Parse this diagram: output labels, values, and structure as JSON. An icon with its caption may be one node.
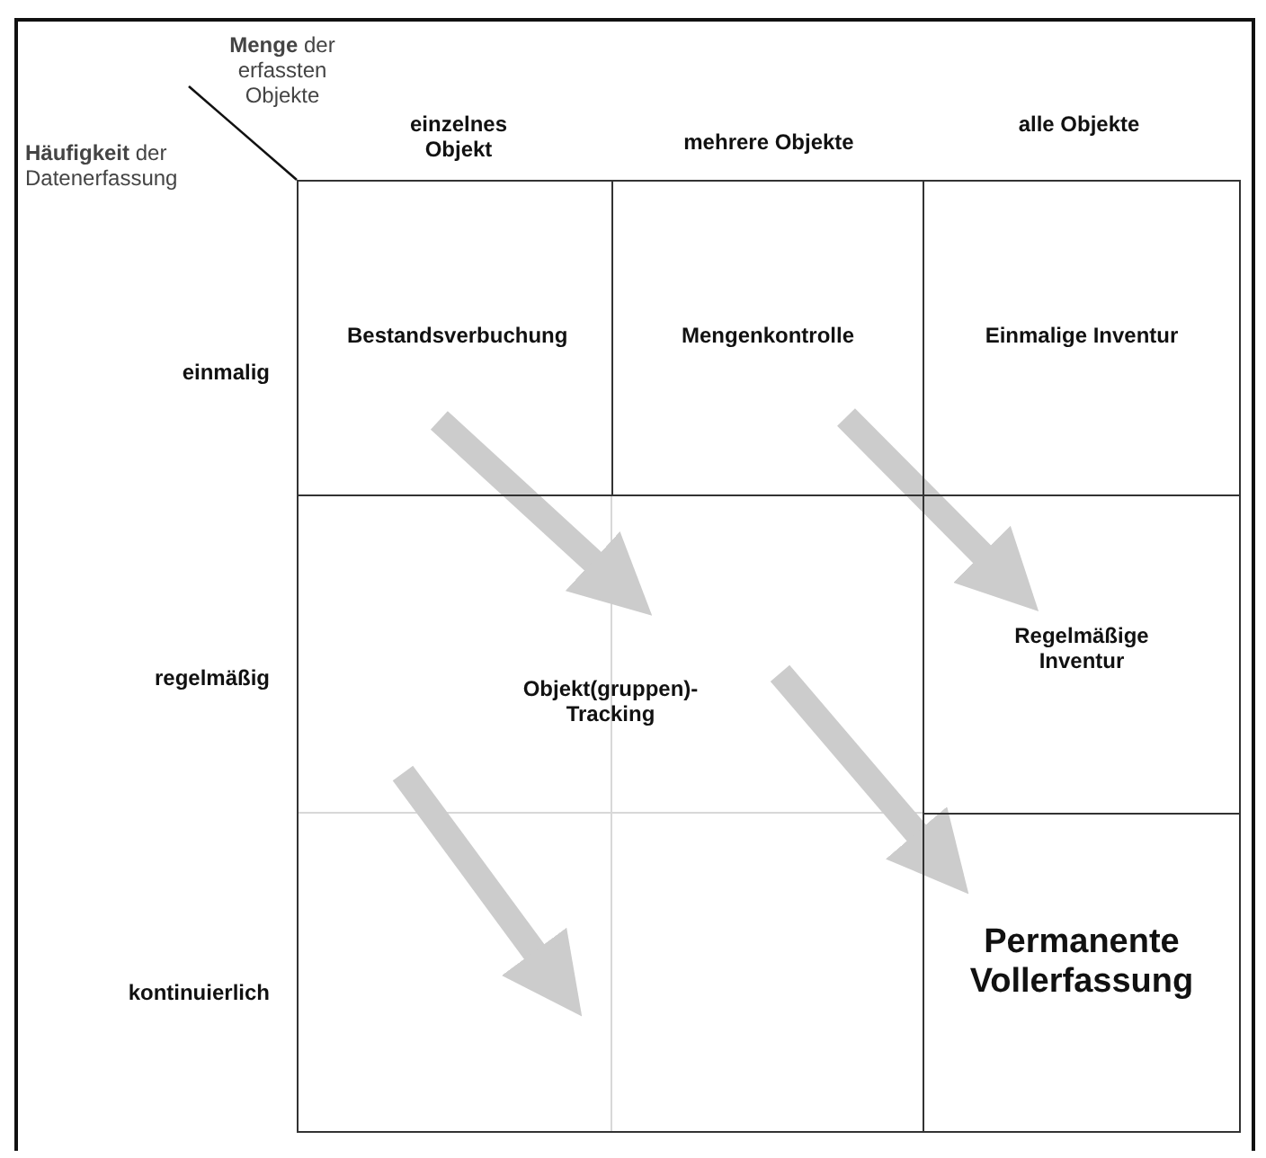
{
  "diagram": {
    "nodes": [
      {
        "text": [
          "Bestandsverbuchung"
        ]
      },
      {
        "text": [
          "Mengenkontrolle"
        ]
      },
      {
        "text": [
          "Einmalige Inventur"
        ]
      },
      {
        "text": [
          "Objekt(gruppen)- Tracking"
        ]
      },
      {
        "text": [
          "Regelmäßige Inventur"
        ]
      },
      {
        "text": [
          "Permanente Vollerfassung"
        ]
      }
    ],
    "edges": [
      {
        "from": 0,
        "to": 3,
        "arrow": "to"
      },
      {
        "from": 1,
        "to": 4,
        "arrow": "to"
      },
      {
        "from": 3,
        "to": 5,
        "arrow": "to"
      }
    ],
    "labels": [
      "**Menge** der erfassten Objekte",
      "**Häufigkeit** der Datenerfassung",
      "einzelnes Objekt",
      "mehrere Objekte",
      "alle Objekte",
      "einmalig",
      "regelmäßig",
      "kontinuierlich"
    ]
  }
}
